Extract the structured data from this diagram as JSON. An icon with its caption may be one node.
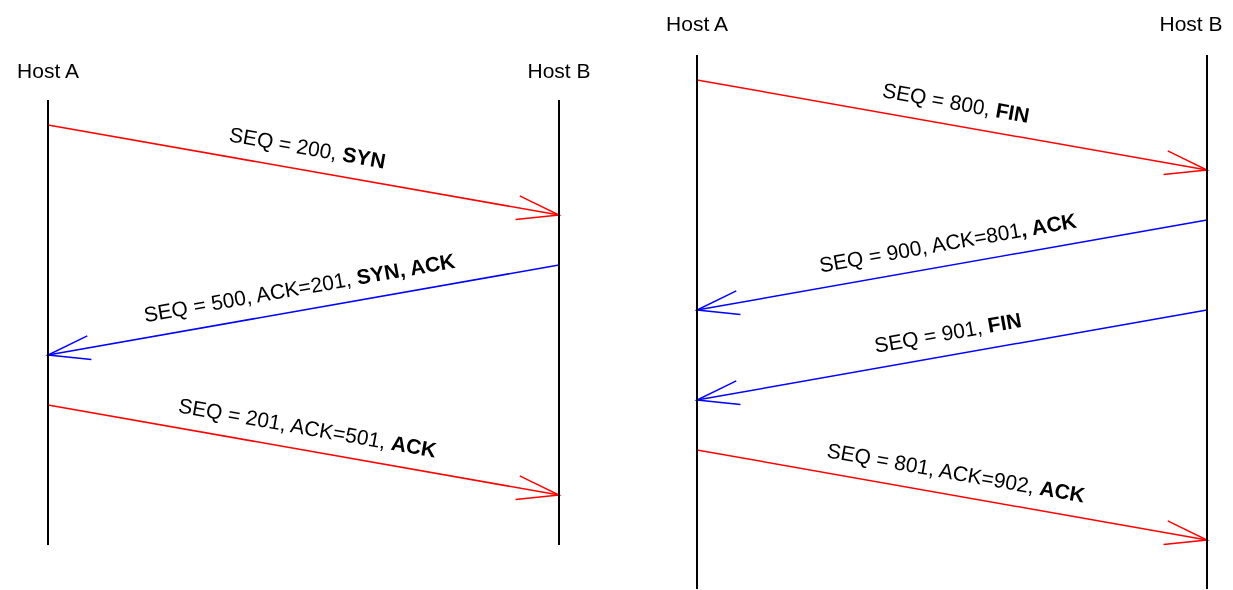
{
  "diagram": {
    "nodes": [
      {
        "text": [
          "Host A"
        ]
      },
      {
        "text": [
          "Host B"
        ]
      },
      {
        "text": [
          "Host A"
        ]
      },
      {
        "text": [
          "Host B"
        ]
      }
    ],
    "edges": [
      {
        "from": 0,
        "to": 1,
        "arrow": "to",
        "label": "SEQ = 200, **SYN**"
      },
      {
        "from": 1,
        "to": 0,
        "arrow": "to",
        "label": "SEQ = 500, ACK=201, **SYN, ACK**",
        "color": "#0000ff"
      },
      {
        "from": 0,
        "to": 1,
        "arrow": "to",
        "label": "SEQ = 201, ACK=501, **ACK**"
      },
      {
        "from": 2,
        "to": 3,
        "arrow": "to",
        "label": "SEQ = 800, **FIN**"
      },
      {
        "from": 3,
        "to": 2,
        "arrow": "to",
        "label": "SEQ = 900, ACK=801**, ACK**",
        "color": "#0000ff"
      },
      {
        "from": 3,
        "to": 2,
        "arrow": "to",
        "label": "SEQ = 901, **FIN**",
        "color": "#0000ff"
      },
      {
        "from": 2,
        "to": 3,
        "arrow": "to",
        "label": "SEQ = 801, ACK=902, **ACK**"
      }
    ]
  }
}
